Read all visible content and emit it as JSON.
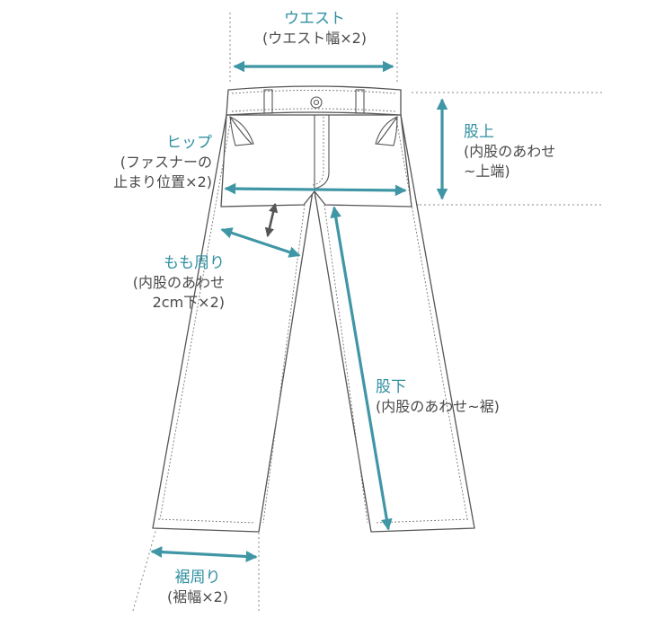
{
  "colors": {
    "accent": "#3f96a5",
    "outline": "#555555",
    "label_title": "#2f8fa0",
    "label_note": "#4a4a4a",
    "arrow_gray": "#555555"
  },
  "labels": {
    "waist": {
      "title": "ウエスト",
      "note": "(ウエスト幅×2)"
    },
    "rise": {
      "title": "股上",
      "note1": "(内股のあわせ",
      "note2": "~上端)"
    },
    "hip": {
      "title": "ヒップ",
      "note1": "(ファスナーの",
      "note2": "止まり位置×2)"
    },
    "thigh": {
      "title": "もも周り",
      "note1": "(内股のあわせ",
      "note2": "2cm下×2)"
    },
    "inseam": {
      "title": "股下",
      "note": "(内股のあわせ~裾)"
    },
    "hem": {
      "title": "裾周り",
      "note": "(裾幅×2)"
    }
  }
}
